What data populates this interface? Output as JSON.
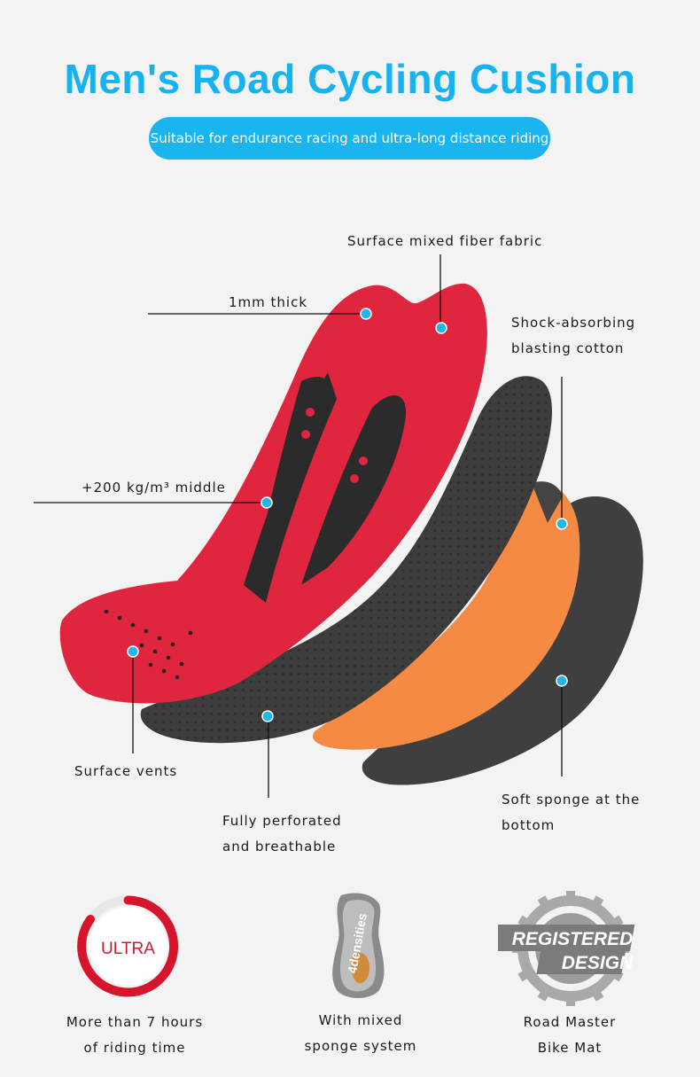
{
  "header": {
    "title": "Men's Road Cycling Cushion",
    "subtitle": "Suitable for endurance racing and ultra-long distance riding"
  },
  "callouts": {
    "surface_fabric": "Surface mixed fiber fabric",
    "thickness": "1mm thick",
    "shock_line1": "Shock-absorbing",
    "shock_line2": "blasting cotton",
    "density": "+200 kg/m³ middle",
    "vents": "Surface vents",
    "perforated_line1": "Fully perforated",
    "perforated_line2": "and breathable",
    "sponge_line1": "Soft sponge at the",
    "sponge_line2": "bottom"
  },
  "features": [
    {
      "icon": "ultra-ring-icon",
      "badge": "ULTRA",
      "line1": "More than 7 hours",
      "line2": "of riding time"
    },
    {
      "icon": "4densities-pad-icon",
      "badge": "4densities",
      "line1": "With mixed",
      "line2": "sponge system"
    },
    {
      "icon": "registered-design-gear-icon",
      "badge_line1": "REGISTERED",
      "badge_line2": "DESIGN",
      "line1": "Road Master",
      "line2": "Bike Mat"
    }
  ],
  "colors": {
    "accent": "#16b3f0",
    "pad_red": "#e0263f",
    "pad_dark": "#3d3d3d",
    "pad_orange": "#f58a45",
    "marker": "#1fb6ea"
  }
}
